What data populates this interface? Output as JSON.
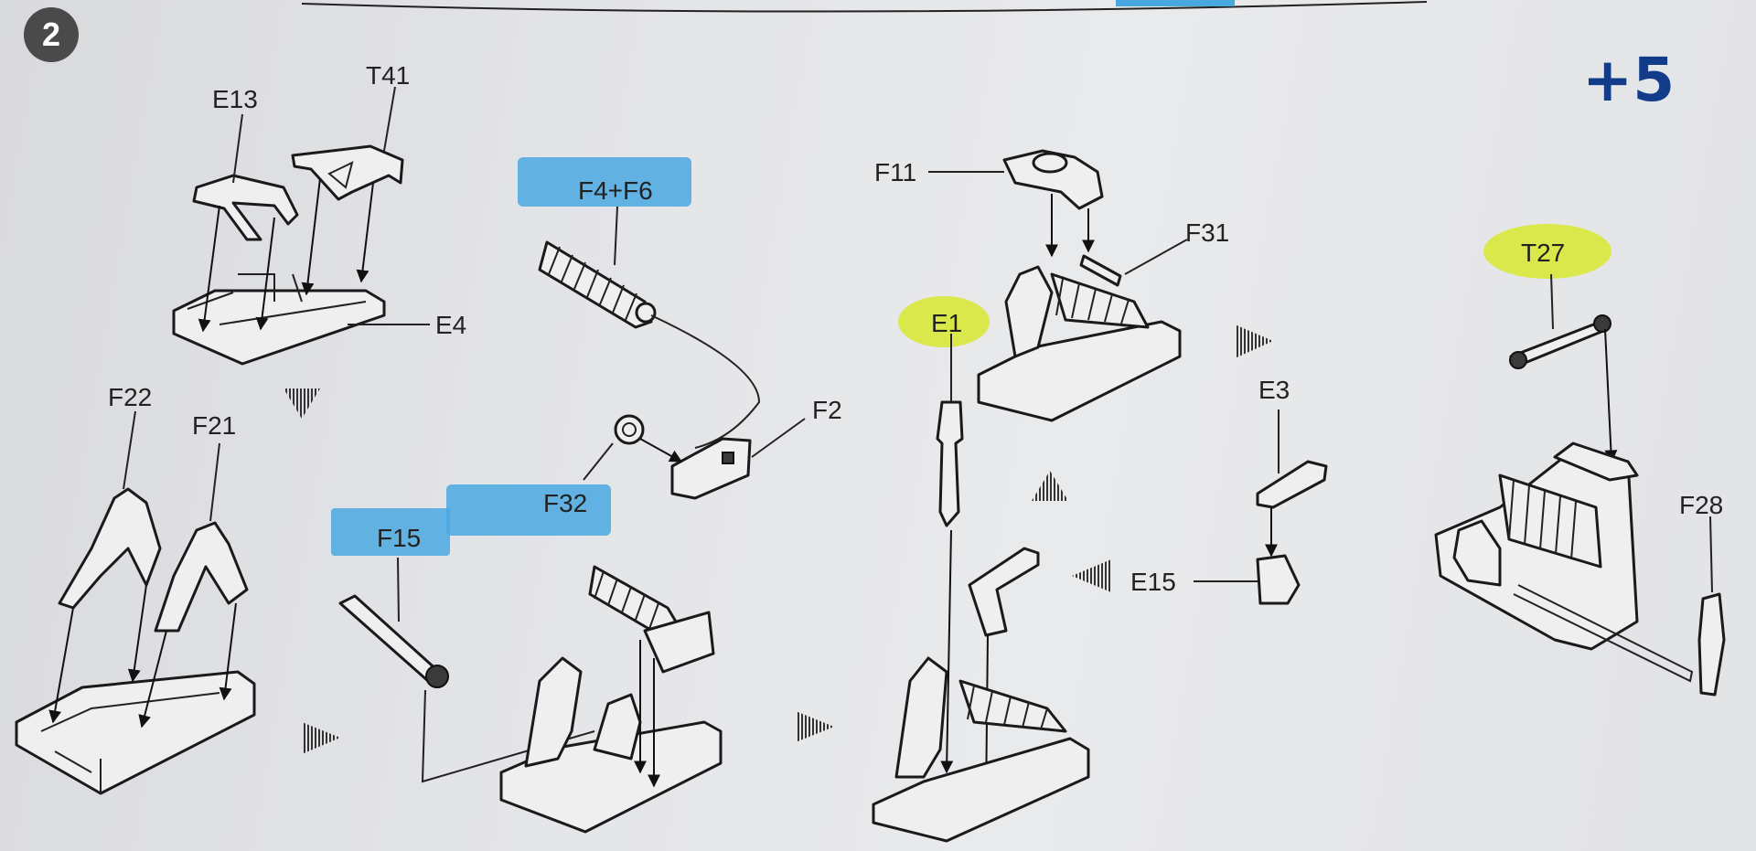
{
  "step": {
    "number": "2",
    "handwritten_note": "+5"
  },
  "colors": {
    "blue_highlight": "#4aa8e0",
    "yellow_highlight": "#d8e83a",
    "ink": "#1a1a1a",
    "paper": "#e6e7ea",
    "note_ink": "#123c8a"
  },
  "groups": {
    "g1": {
      "labels": {
        "e13": "E13",
        "t41": "T41",
        "e4": "E4"
      }
    },
    "g2": {
      "labels": {
        "f22": "F22",
        "f21": "F21"
      }
    },
    "g3": {
      "labels": {
        "f4f6": "F4+F6",
        "f2": "F2",
        "f32": "F32"
      },
      "highlights": [
        "F4+F6",
        "F32"
      ]
    },
    "g4": {
      "labels": {
        "f15": "F15"
      },
      "highlights": [
        "F15"
      ]
    },
    "g5": {
      "labels": {
        "f11": "F11",
        "f31": "F31",
        "e1": "E1",
        "e3": "E3",
        "e15": "E15"
      },
      "highlights": [
        "E1"
      ]
    },
    "g6": {
      "labels": {
        "t27": "T27",
        "f28": "F28"
      },
      "highlights": [
        "T27"
      ]
    }
  }
}
